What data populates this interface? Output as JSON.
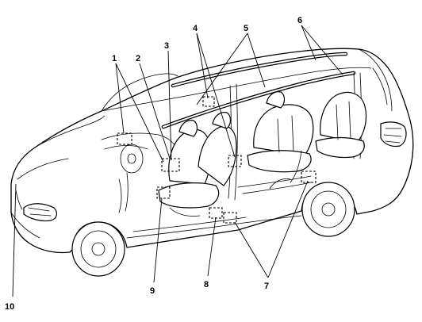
{
  "diagram": {
    "callouts": [
      {
        "id": "1",
        "text": "1"
      },
      {
        "id": "2",
        "text": "2"
      },
      {
        "id": "3",
        "text": "3"
      },
      {
        "id": "4",
        "text": "4"
      },
      {
        "id": "5",
        "text": "5"
      },
      {
        "id": "6",
        "text": "6"
      },
      {
        "id": "7",
        "text": "7"
      },
      {
        "id": "8",
        "text": "8"
      },
      {
        "id": "9",
        "text": "9"
      },
      {
        "id": "10",
        "text": "10"
      }
    ]
  },
  "colors": {
    "line": "#000000",
    "background": "#ffffff"
  }
}
